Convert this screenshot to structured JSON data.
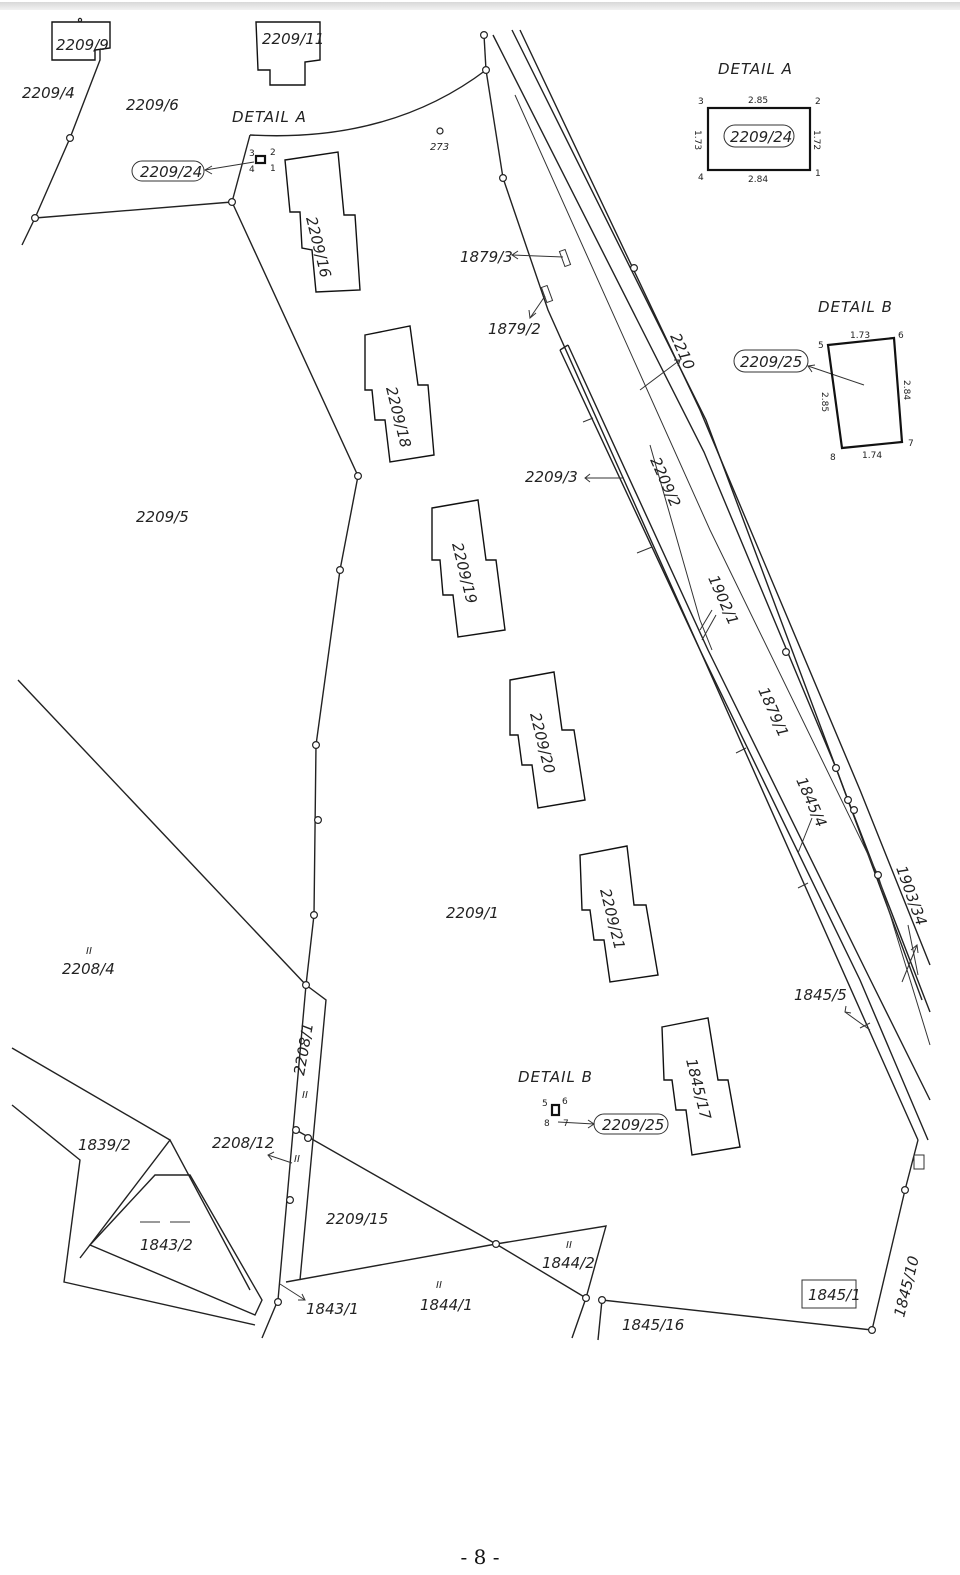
{
  "parcels": {
    "p2209_9": "2209/9",
    "p2209_11": "2209/11",
    "p2209_4": "2209/4",
    "p2209_6": "2209/6",
    "p273": "273",
    "p2209_24": "2209/24",
    "p2209_16": "2209/16",
    "p1879_3": "1879/3",
    "p1879_2": "1879/2",
    "p2210": "2210",
    "p2209_18": "2209/18",
    "p2209_3": "2209/3",
    "p2209_2": "2209/2",
    "p2209_5": "2209/5",
    "p2209_19": "2209/19",
    "p1902_1": "1902/1",
    "p1879_1": "1879/1",
    "p2209_20": "2209/20",
    "p1845_4": "1845/4",
    "p2209_1": "2209/1",
    "p2209_21": "2209/21",
    "p1903_34": "1903/34",
    "p2208_4": "2208/4",
    "p1845_5": "1845/5",
    "p2208_1": "2208/1",
    "p2209_25": "2209/25",
    "p1845_17": "1845/17",
    "p1839_2": "1839/2",
    "p2208_12": "2208/12",
    "p2209_15": "2209/15",
    "p1843_2": "1843/2",
    "p1844_2": "1844/2",
    "p1843_1": "1843/1",
    "p1844_1": "1844/1",
    "p1845_16": "1845/16",
    "p1845_1": "1845/1",
    "p1845_10": "1845/10"
  },
  "details": {
    "detail_a_label": "DETAIL A",
    "detail_b_label": "DETAIL B",
    "detail_a": {
      "title": "DETAIL A",
      "parcel": "2209/24",
      "corners": [
        "1",
        "2",
        "3",
        "4"
      ],
      "top": "2.85",
      "bottom": "2.84",
      "left": "1.73",
      "right": "1.72"
    },
    "detail_b": {
      "title": "DETAIL B",
      "parcel": "2209/25",
      "corners": [
        "5",
        "6",
        "7",
        "8"
      ],
      "top": "1.73",
      "bottom": "1.74",
      "left": "2.85",
      "right": "2.84"
    }
  },
  "marks": {
    "ii": "II"
  },
  "footer": {
    "page_number": "- 8 -"
  }
}
